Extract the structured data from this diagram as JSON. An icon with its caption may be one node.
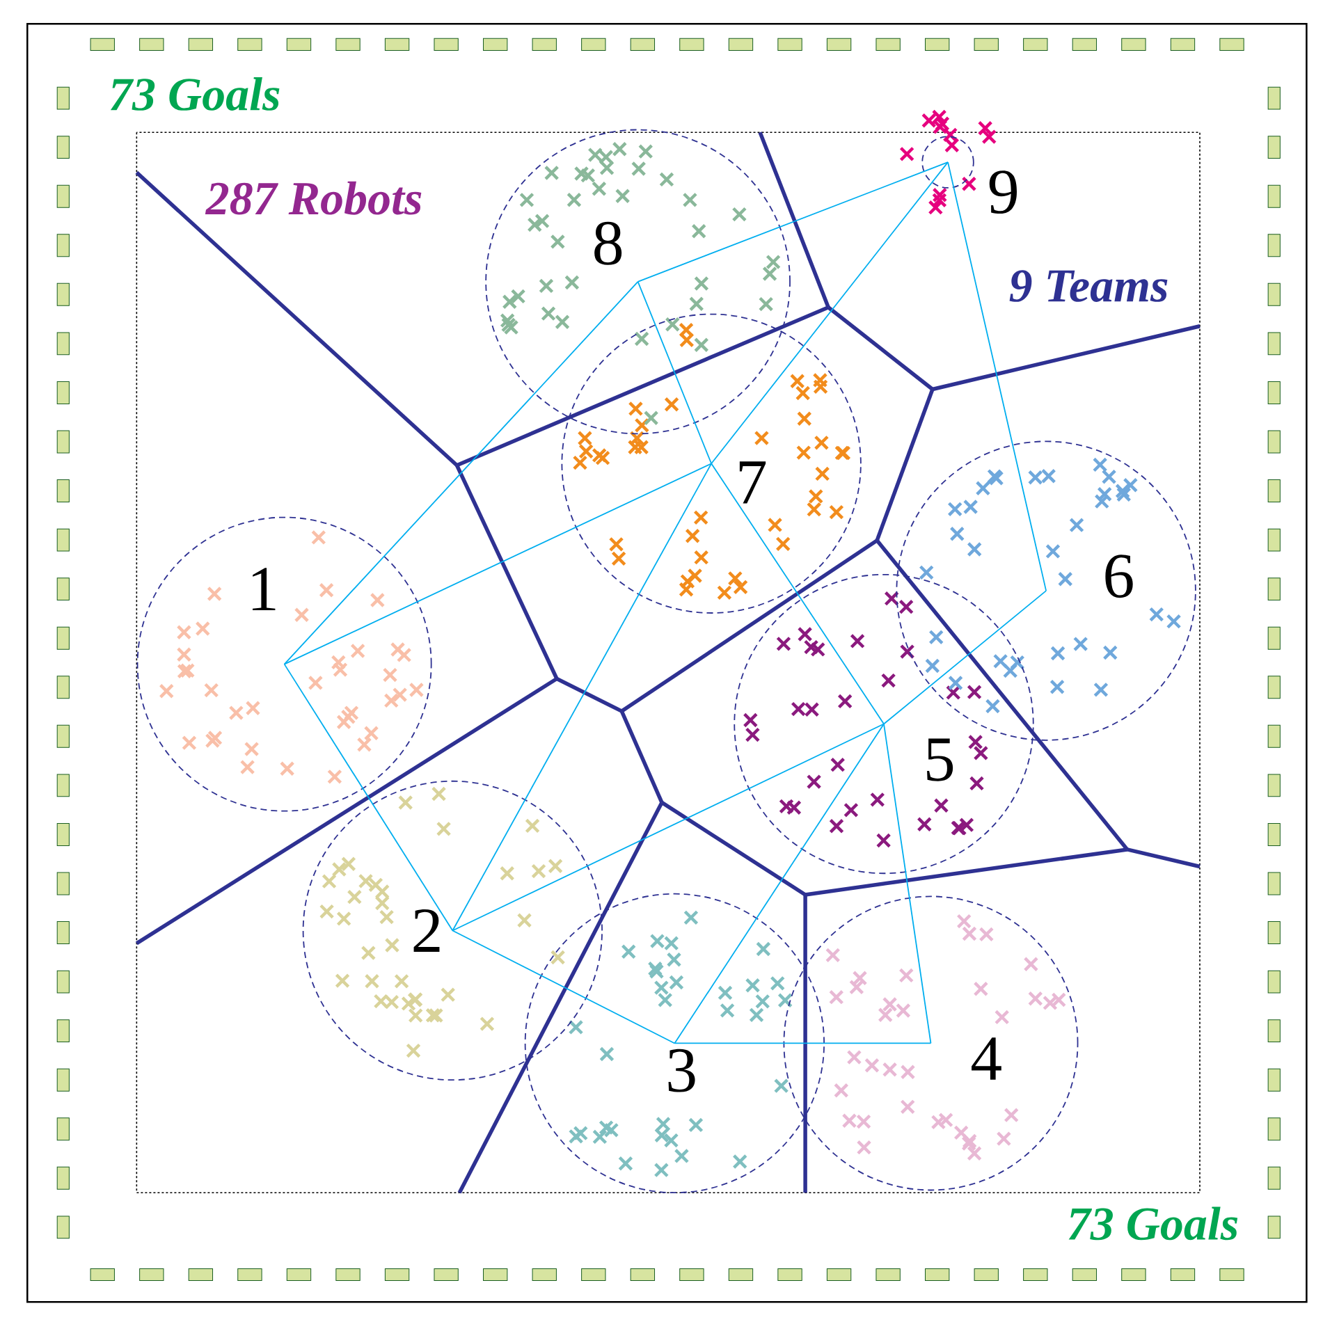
{
  "diagram": {
    "nodes": [
      {
        "text": [
          "1"
        ]
      },
      {
        "text": [
          "2"
        ]
      },
      {
        "text": [
          "3"
        ]
      },
      {
        "text": [
          "4"
        ]
      },
      {
        "text": [
          "5"
        ]
      },
      {
        "text": [
          "6"
        ]
      },
      {
        "text": [
          "7"
        ]
      },
      {
        "text": [
          "8"
        ]
      },
      {
        "text": [
          "9"
        ]
      }
    ],
    "edges": [
      {
        "from": 0,
        "to": 7,
        "arrow": "none"
      },
      {
        "from": 0,
        "to": 6,
        "arrow": "none"
      },
      {
        "from": 0,
        "to": 1,
        "arrow": "none"
      },
      {
        "from": 1,
        "to": 6,
        "arrow": "none"
      },
      {
        "from": 1,
        "to": 4,
        "arrow": "none"
      },
      {
        "from": 1,
        "to": 2,
        "arrow": "none"
      },
      {
        "from": 2,
        "to": 4,
        "arrow": "none"
      },
      {
        "from": 2,
        "to": 3,
        "arrow": "none"
      },
      {
        "from": 3,
        "to": 4,
        "arrow": "none"
      },
      {
        "from": 4,
        "to": 6,
        "arrow": "none"
      },
      {
        "from": 4,
        "to": 5,
        "arrow": "none"
      },
      {
        "from": 5,
        "to": 8,
        "arrow": "none"
      },
      {
        "from": 6,
        "to": 8,
        "arrow": "none"
      },
      {
        "from": 7,
        "to": 6,
        "arrow": "none"
      },
      {
        "from": 7,
        "to": 8,
        "arrow": "none"
      }
    ],
    "labels": [
      "73 Goals",
      "287 Robots",
      "9 Teams",
      "73 Goals"
    ]
  }
}
